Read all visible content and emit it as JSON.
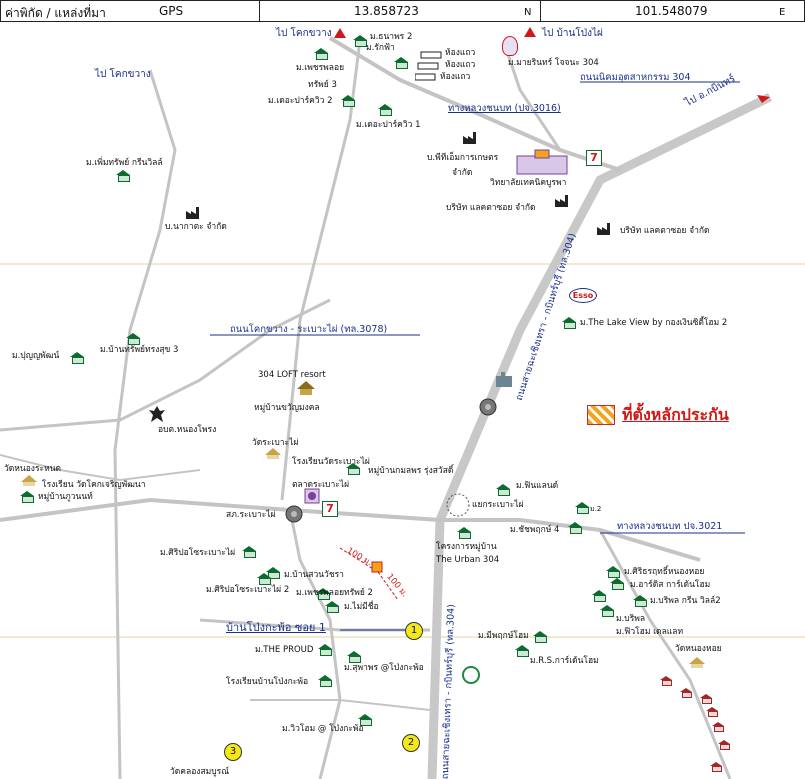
{
  "header": {
    "coord_label": "ค่าพิกัด / แหล่งที่มา",
    "source": "GPS",
    "lat": "13.858723",
    "lat_suffix": "N",
    "lon": "101.548079",
    "lon_suffix": "E"
  },
  "directions": {
    "to_khok_khwang_top": "ไป โคกขวาง",
    "to_ban_pong_phai": "ไป บ้านโป่งไผ่",
    "to_khok_khwang_left": "ไป โคกขวาง",
    "to_kabinburi": "ไป อ.กบินทร์"
  },
  "roads": {
    "nikhom_304": "ถนนนิคมอุตสาหกรรม 304",
    "rural_3016": "ทางหลวงชนบท (ปจ.3016)",
    "khok_khwang_3078": "ถนนโคกขวาง - ระเบาะไผ่ (ทล.3078)",
    "rural_3021": "ทางหลวงชนบท ปจ.3021",
    "hwy_304_upper": "ถนนสายฉะเชิงเทรา - กบินทร์บุรี (ทล.304)",
    "hwy_304_lower": "ถนนสายฉะเชิงเทรา - กบินทร์บุรี (ทล.304)",
    "ban_pong_soi1": "บ้านโป่งกะพ้อ ซอย 1"
  },
  "labels": {
    "tanaporn2": "ม.ธนาพร 2",
    "rakfa": "ม.รักฟ้า",
    "phetphon": "ม.เพชรพลอย",
    "sap3": "ทรัพย์ 3",
    "row1": "ห้องแถว",
    "row2": "ห้องแถว",
    "row3": "ห้องแถว",
    "mayarin": "ม.มายรินทร์",
    "jojo304": "โจจนะ 304",
    "dcb2": "ม.เดอะปาร์ควิว 2",
    "dcb1": "ม.เดอะปาร์ควิว 1",
    "permsap": "ม.เพิ่มทรัพย์ กรีนวิลล์",
    "pti_1": "บ.พีทีเอ็มการเกษตร",
    "pti_2": "จำกัด",
    "college": "วิทยาลัยเทคนิคบูรพา",
    "ledex1": "บริษัท แลคตาซอย จำกัด",
    "ledex2": "บริษัท แลคตาซอย จำกัด",
    "nakata": "บ.นากาตะ จำกัด",
    "lakeview": "ม.The Lake View by กองเงินซิตี้โฮม 2",
    "punyaphat": "ม.ปุญญพัฒน์",
    "bansap3": "ม.บ้านทรัพย์ทรงสุข 3",
    "loft": "304 LOFT resort",
    "kwanmongkol": "หมู่บ้านขวัญมงคล",
    "abt": "อบต.หนองโพรง",
    "wat_rabaopai": "วัดระเบาะไผ่",
    "school_wat": "โรงเรียนวัดระเบาะไผ่",
    "wat_nongrahanet": "วัดหนองระหนด",
    "school_chok": "โรงเรียน วัดโคกเจริญพัฒนา",
    "kuwanon": "หมู่บ้านภูวนนท์",
    "market": "ตลาดระเบาะไผ่",
    "thongpong": "หมู่บ้านกมลพร รุ่งสวัสดิ์",
    "sor_kor": "สภ.ระเบาะไผ่",
    "rabao_junction": "แยกระเบาะไผ่",
    "phinland": "ม.ฟินแลนด์",
    "m2": "ม.2",
    "chatpruek4": "ม.ชัชพฤกษ์ 4",
    "urban_proj": "โครงการหมู่บ้าน",
    "urban_name": "The Urban 304",
    "sirpol_rabao": "ม.ศิริปอโซระเบาะไผ่",
    "bansuan": "ม.บ้านสวนวัชรา",
    "siripol2": "ม.ศิริปอโซระเบาะไผ่ 2",
    "phetphon_thip2": "ม.เพชรพลอยทรัพย์ 2",
    "maimi": "ม.ไม่มีชื่อ",
    "dist_100a": "100 ม.",
    "dist_100b": "100 ม.",
    "siri_nong": "ม.ศิริธรฤทธิ์หนองหอย",
    "arch": "ม.อาร์ดิส การ์เด้นโฮม",
    "bripol_green2": "ม.บริพล กรีน วิลล์2",
    "bripol": "ม.บริพล",
    "fihome": "ม.ฟิวโฮม เดลแลท",
    "wat_nonghoi": "วัดหนองหอย",
    "meepruek": "ม.มีพฤกษ์โฮม",
    "rs_garden": "ม.R.S.การ์เด้นโฮม",
    "proud": "ม.THE PROUD",
    "suphaporn": "ม.สุพาพร @โป่งกะพ้อ",
    "school_ban": "โรงเรียนบ้านโป่งกะพ้อ",
    "rivew": "ม.วิวโฮม @ โป่งกะพ้อ",
    "wat_khlong": "วัดคลองสมบูรณ์"
  },
  "legend": {
    "site": "ที่ตั้งหลักประกัน"
  },
  "markers": {
    "n1": "1",
    "n2": "2",
    "n3": "3"
  },
  "brand": {
    "esso": "Esso",
    "seven": "7"
  },
  "colors": {
    "road": "#bfbfbf",
    "road_main": "#c8c8c8",
    "label_blue": "#1a2f8a",
    "marker_yellow": "#f5e81a",
    "legend_red": "#d01818",
    "house_green": "#0c6b2f"
  }
}
